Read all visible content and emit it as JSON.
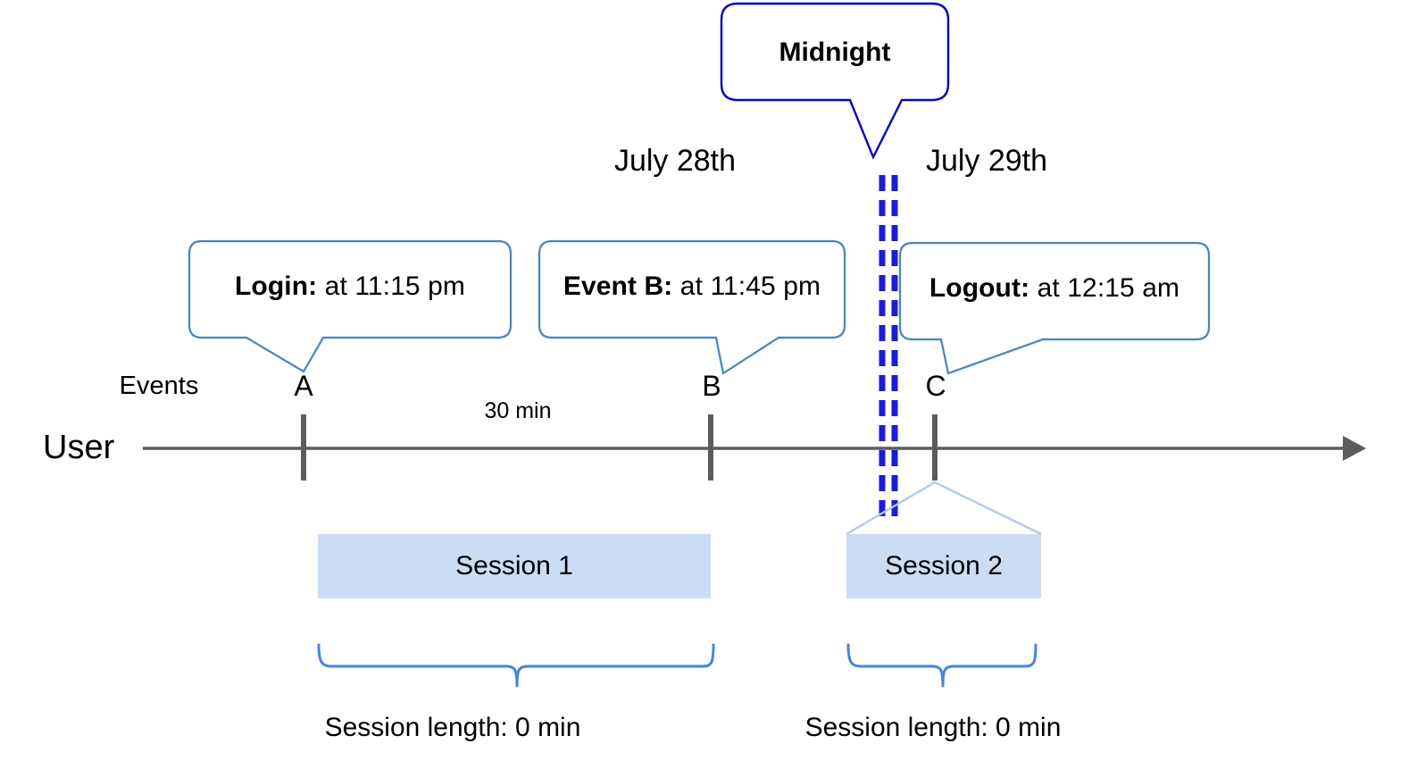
{
  "diagram": {
    "title_callout": {
      "label": "Midnight",
      "border_color": "#0000EE"
    },
    "dates": [
      {
        "label": "July 28th"
      },
      {
        "label": "July 29th"
      }
    ],
    "event_callouts": [
      {
        "bold": "Login:",
        "rest": " at 11:15 pm"
      },
      {
        "bold": "Event B:",
        "rest": " at 11:45 pm"
      },
      {
        "bold": "Logout:",
        "rest": " at 12:15 am"
      }
    ],
    "axis": {
      "row_label": "User",
      "events_label": "Events",
      "ticks": [
        {
          "label": "A"
        },
        {
          "label": "B"
        },
        {
          "label": "C"
        }
      ],
      "gap_label": "30 min"
    },
    "sessions": [
      {
        "label": "Session 1",
        "length_label": "Session length: 0 min"
      },
      {
        "label": "Session 2",
        "length_label": "Session length: 0 min"
      }
    ],
    "colors": {
      "callout_border": "#4285D6",
      "midnight_border": "#0000EE",
      "midnight_dash": "#1A1AE6",
      "session_fill": "#CBDDF5",
      "session_leader": "#AFCBEE",
      "brace": "#4285E8",
      "axis": "#5C5C5C"
    }
  }
}
